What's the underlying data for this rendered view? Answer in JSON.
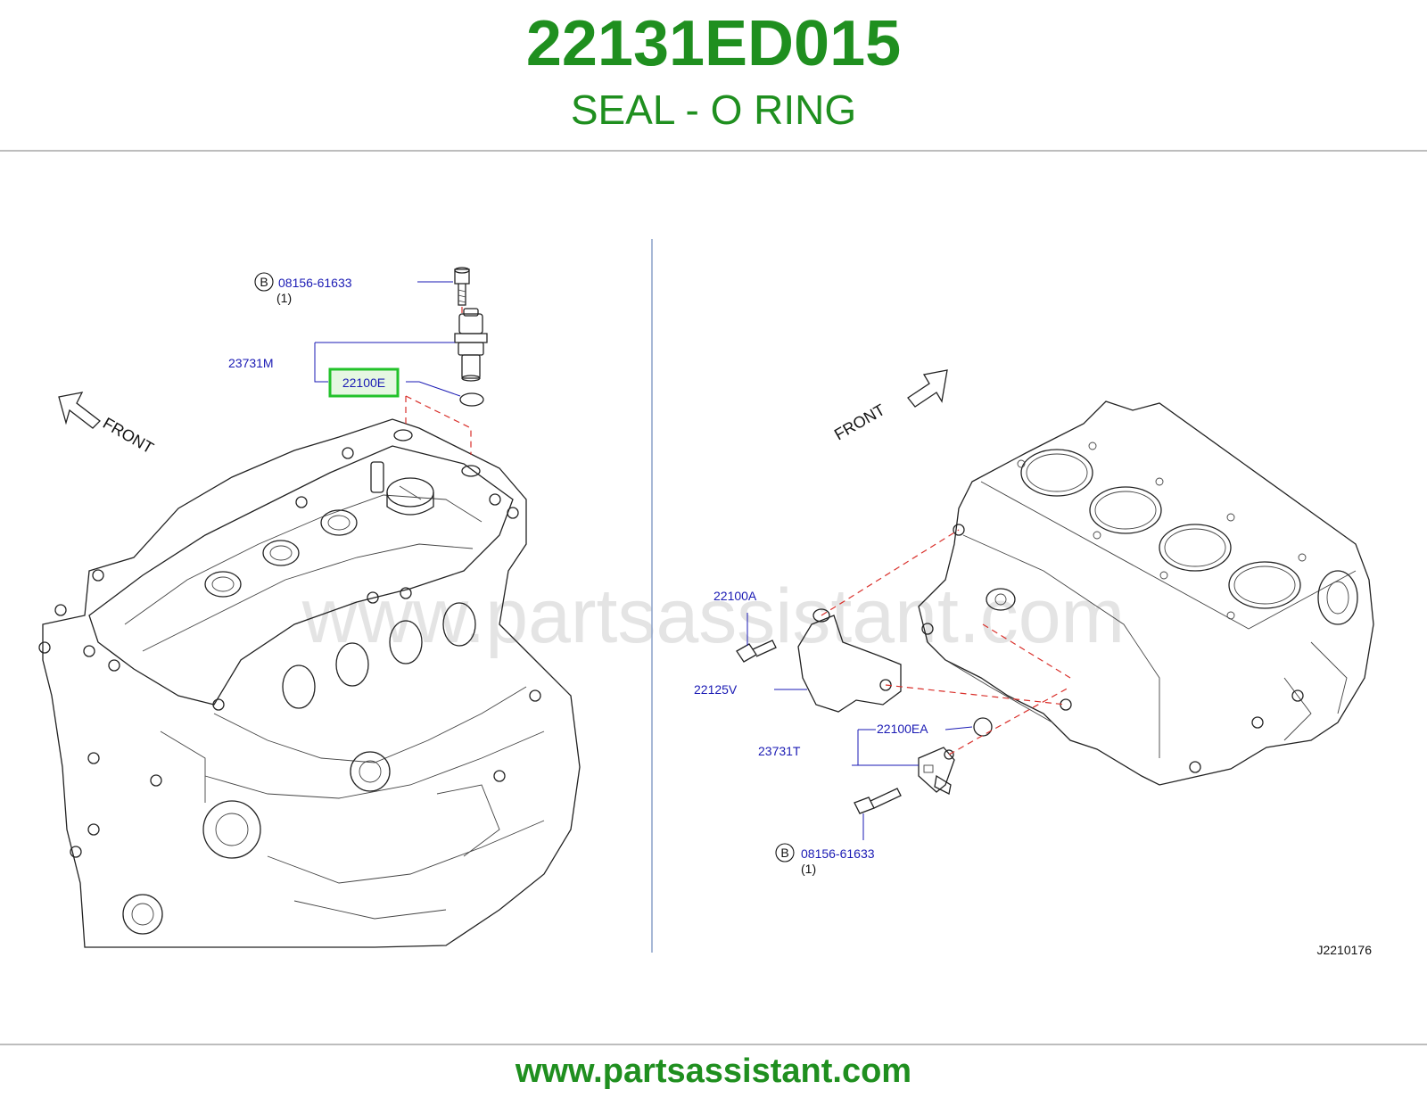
{
  "header": {
    "part_number": "22131ED015",
    "part_name": "SEAL - O RING"
  },
  "watermark": "www.partsassistant.com",
  "footer": {
    "url": "www.partsassistant.com"
  },
  "diagram_id": "J2210176",
  "colors": {
    "brand_green": "#1f8f1f",
    "callout_blue": "#1a1ab4",
    "highlight_green": "#22c22a",
    "dash_red": "#d9302b"
  },
  "left_view": {
    "front_label": "FRONT",
    "bolt_ref_letter": "B",
    "bolt_part": "08156-61633",
    "bolt_qty": "(1)",
    "sensor_part": "23731M",
    "seal_part_highlighted": "22100E"
  },
  "right_view": {
    "front_label": "FRONT",
    "part_22100A": "22100A",
    "part_22125V": "22125V",
    "part_22100EA": "22100EA",
    "part_23731T": "23731T",
    "bolt_ref_letter": "B",
    "bolt_part": "08156-61633",
    "bolt_qty": "(1)"
  }
}
